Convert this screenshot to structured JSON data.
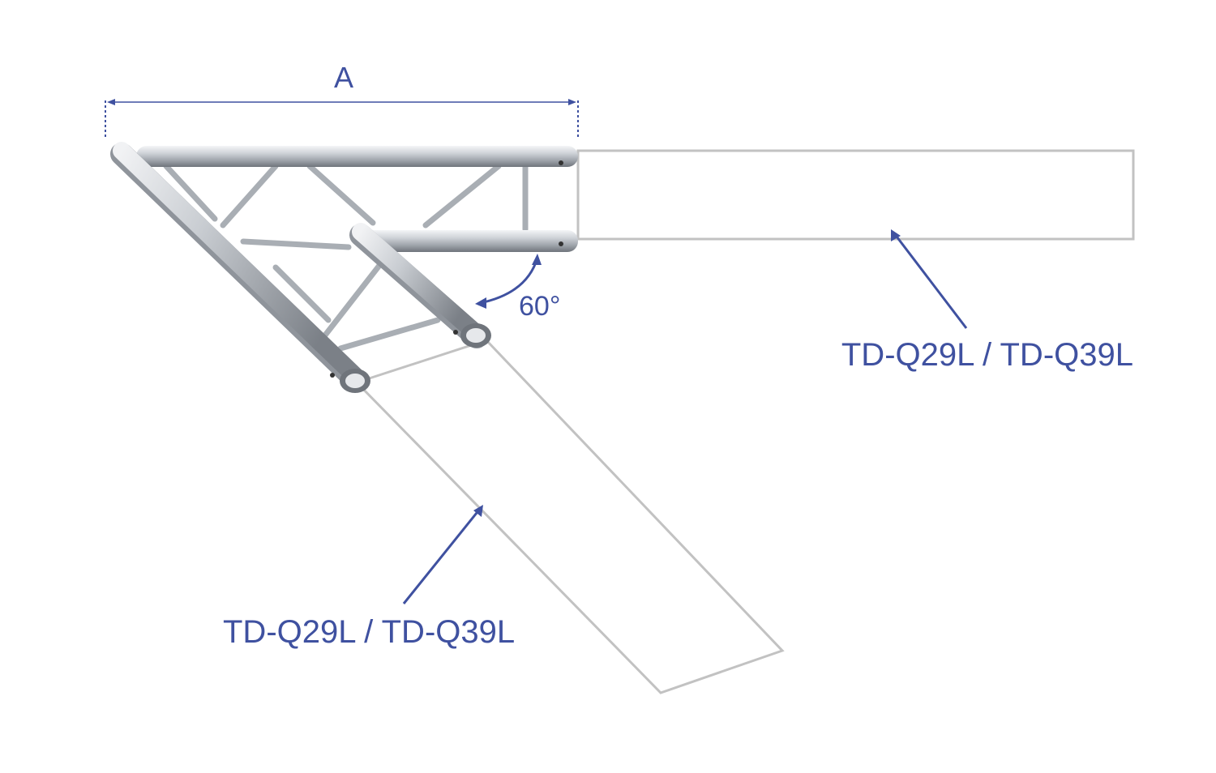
{
  "dimension_label": "A",
  "angle_label": "60°",
  "right_extension_label": "TD-Q29L / TD-Q39L",
  "lower_extension_label": "TD-Q29L / TD-Q39L",
  "colors": {
    "annotation": "#3f51a0",
    "extension_outline": "#c2c2c2",
    "truss_metal": "#b8bcc2"
  }
}
